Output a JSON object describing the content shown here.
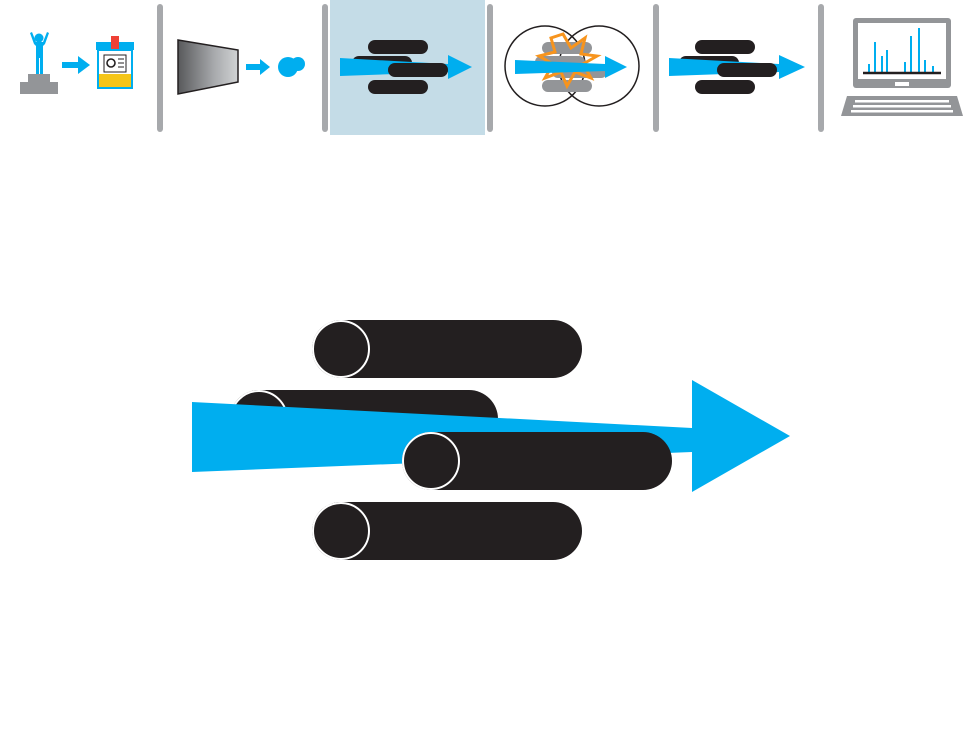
{
  "workflow": {
    "active_step": 2,
    "steps": [
      {
        "id": "sample-collection",
        "icon": "person-to-specimen-cup-icon"
      },
      {
        "id": "sample-preparation",
        "icon": "funnel-to-droplet-icon"
      },
      {
        "id": "ion-mobility",
        "icon": "ion-beam-through-rods-icon"
      },
      {
        "id": "fragmentation",
        "icon": "collision-cell-icon"
      },
      {
        "id": "mass-analysis",
        "icon": "ion-beam-through-rods-icon"
      },
      {
        "id": "data-analysis",
        "icon": "laptop-spectrum-icon"
      }
    ]
  },
  "colors": {
    "accent_blue": "#00aeef",
    "rod_black": "#231f20",
    "divider_gray": "#a7a9ac",
    "active_panel": "#c4dce7",
    "cup_yellow": "#f5c518",
    "cap_red": "#ef4136",
    "starburst_orange": "#f7941d",
    "base_gray": "#939598"
  },
  "detail": {
    "subject": "ion-beam-through-rods-icon"
  }
}
